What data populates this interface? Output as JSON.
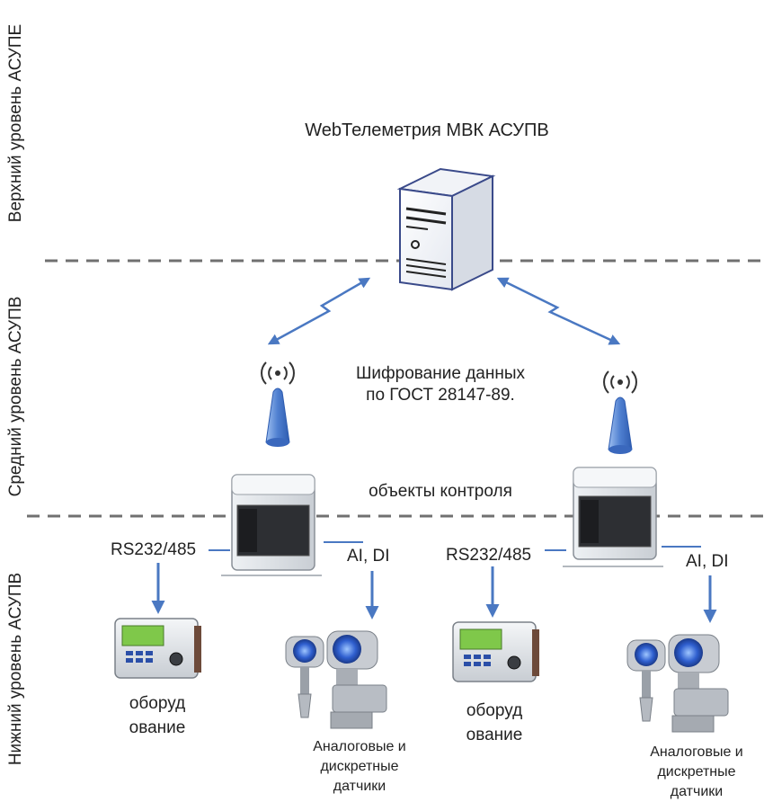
{
  "levels": {
    "top": "Верхний уровень АСУПЕ",
    "middle": "Средний уровень АСУПВ",
    "bottom": "Нижний уровень АСУПВ"
  },
  "server_title": "WebТелеметрия МВК  АСУПВ",
  "encryption": {
    "line1": "Шифрование данных",
    "line2": "по ГОСТ 28147-89."
  },
  "objects_label": "объекты контроля",
  "left": {
    "interface_label": "RS232/485",
    "signal_label": "AI, DI",
    "equipment": {
      "line1": "оборуд",
      "line2": "ование"
    },
    "sensors": {
      "line1": "Аналоговые и",
      "line2": "дискретные",
      "line3": "датчики"
    }
  },
  "right": {
    "interface_label": "RS232/485",
    "signal_label": "AI, DI",
    "equipment": {
      "line1": "оборуд",
      "line2": "ование"
    },
    "sensors": {
      "line1": "Аналоговые и",
      "line2": "дискретные",
      "line3": "датчики"
    }
  },
  "colors": {
    "arrow": "#4a78c2",
    "dashed_line": "#707070",
    "antenna": "#5f8fd6",
    "cabinet": "#d9dde2",
    "screen": "#7fc84a",
    "sensor_blue": "#2f5fcf"
  }
}
